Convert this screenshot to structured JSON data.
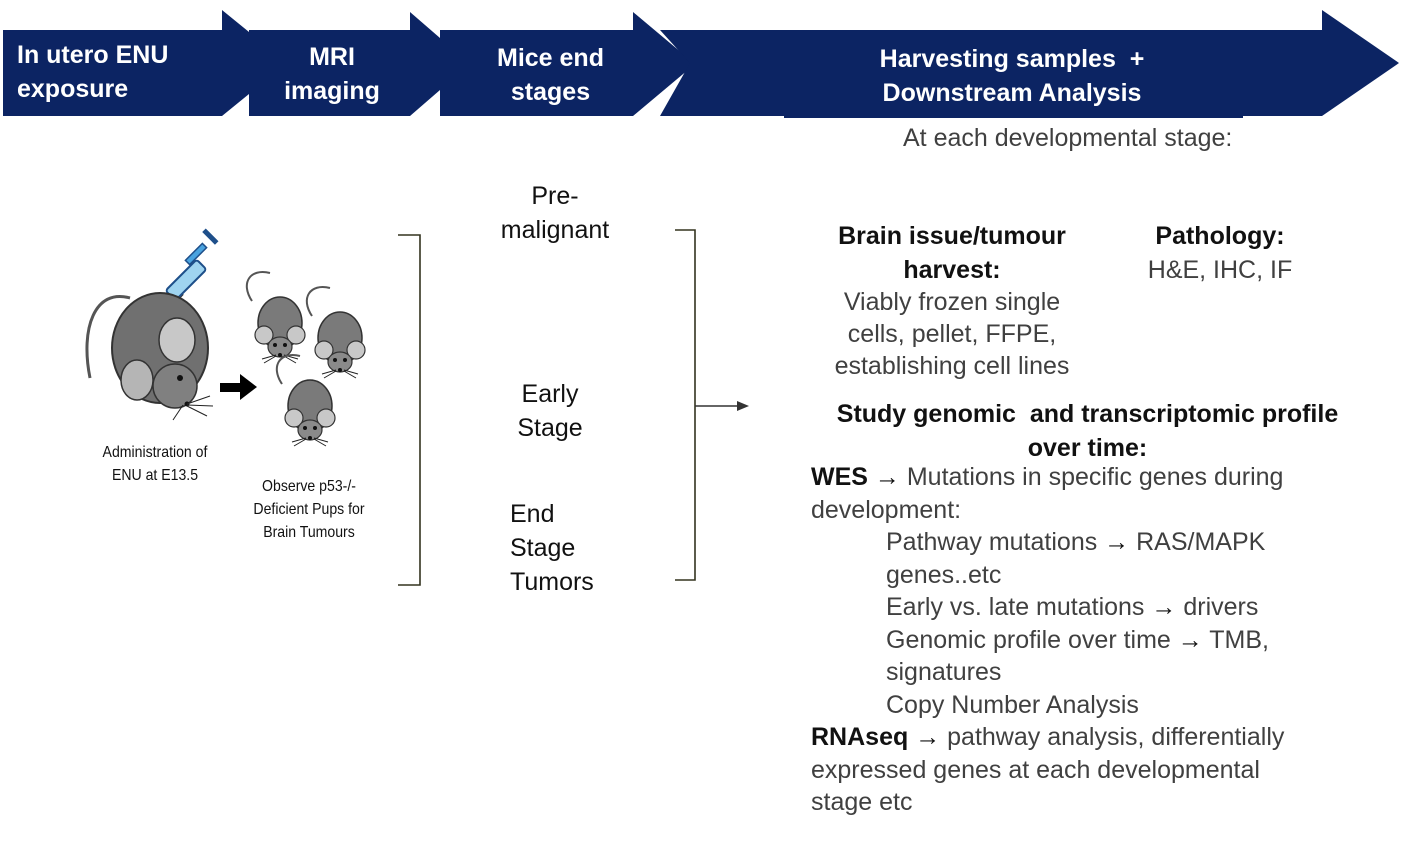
{
  "banner": {
    "color": "#0c2463",
    "steps": [
      {
        "line1": "In utero ENU",
        "line2": "exposure"
      },
      {
        "line1": "MRI",
        "line2": "imaging"
      },
      {
        "line1": "Mice end",
        "line2": "stages"
      },
      {
        "line1": "Harvesting samples  +",
        "line2": "Downstream Analysis"
      }
    ]
  },
  "left": {
    "caption_admin": [
      "Administration of",
      "ENU at E13.5"
    ],
    "caption_observe": [
      "Observe p53-/-",
      "Deficient Pups for",
      "Brain Tumours"
    ]
  },
  "stages": {
    "pre": [
      "Pre-",
      "malignant"
    ],
    "early": [
      "Early",
      "Stage"
    ],
    "end": [
      "End",
      "Stage",
      "Tumors"
    ]
  },
  "right": {
    "header": "At each developmental stage:",
    "harvest_title": [
      "Brain issue/tumour",
      "harvest:"
    ],
    "harvest_body": [
      "Viably frozen single",
      "cells, pellet, FFPE,",
      "establishing cell lines"
    ],
    "pathology_title": "Pathology:",
    "pathology_body": "H&E, IHC, IF",
    "study_title": [
      "Study genomic  and transcriptomic profile",
      "over time:"
    ],
    "wes_label": "WES",
    "arrow": "→",
    "wes_text": " Mutations in specific genes during",
    "wes_text2": "development:",
    "sub": {
      "pathway_a": "Pathway mutations ",
      "pathway_b": " RAS/MAPK",
      "pathway_c": "genes..etc",
      "early_a": "Early vs. late mutations ",
      "early_b": " drivers",
      "genomic_a": "Genomic profile over time ",
      "genomic_b": " TMB,",
      "genomic_c": "signatures",
      "copy": "Copy Number Analysis"
    },
    "rna_label": "RNAseq",
    "rna_text": " pathway analysis, differentially",
    "rna_text2": "expressed genes at each developmental",
    "rna_text3": "stage etc"
  }
}
